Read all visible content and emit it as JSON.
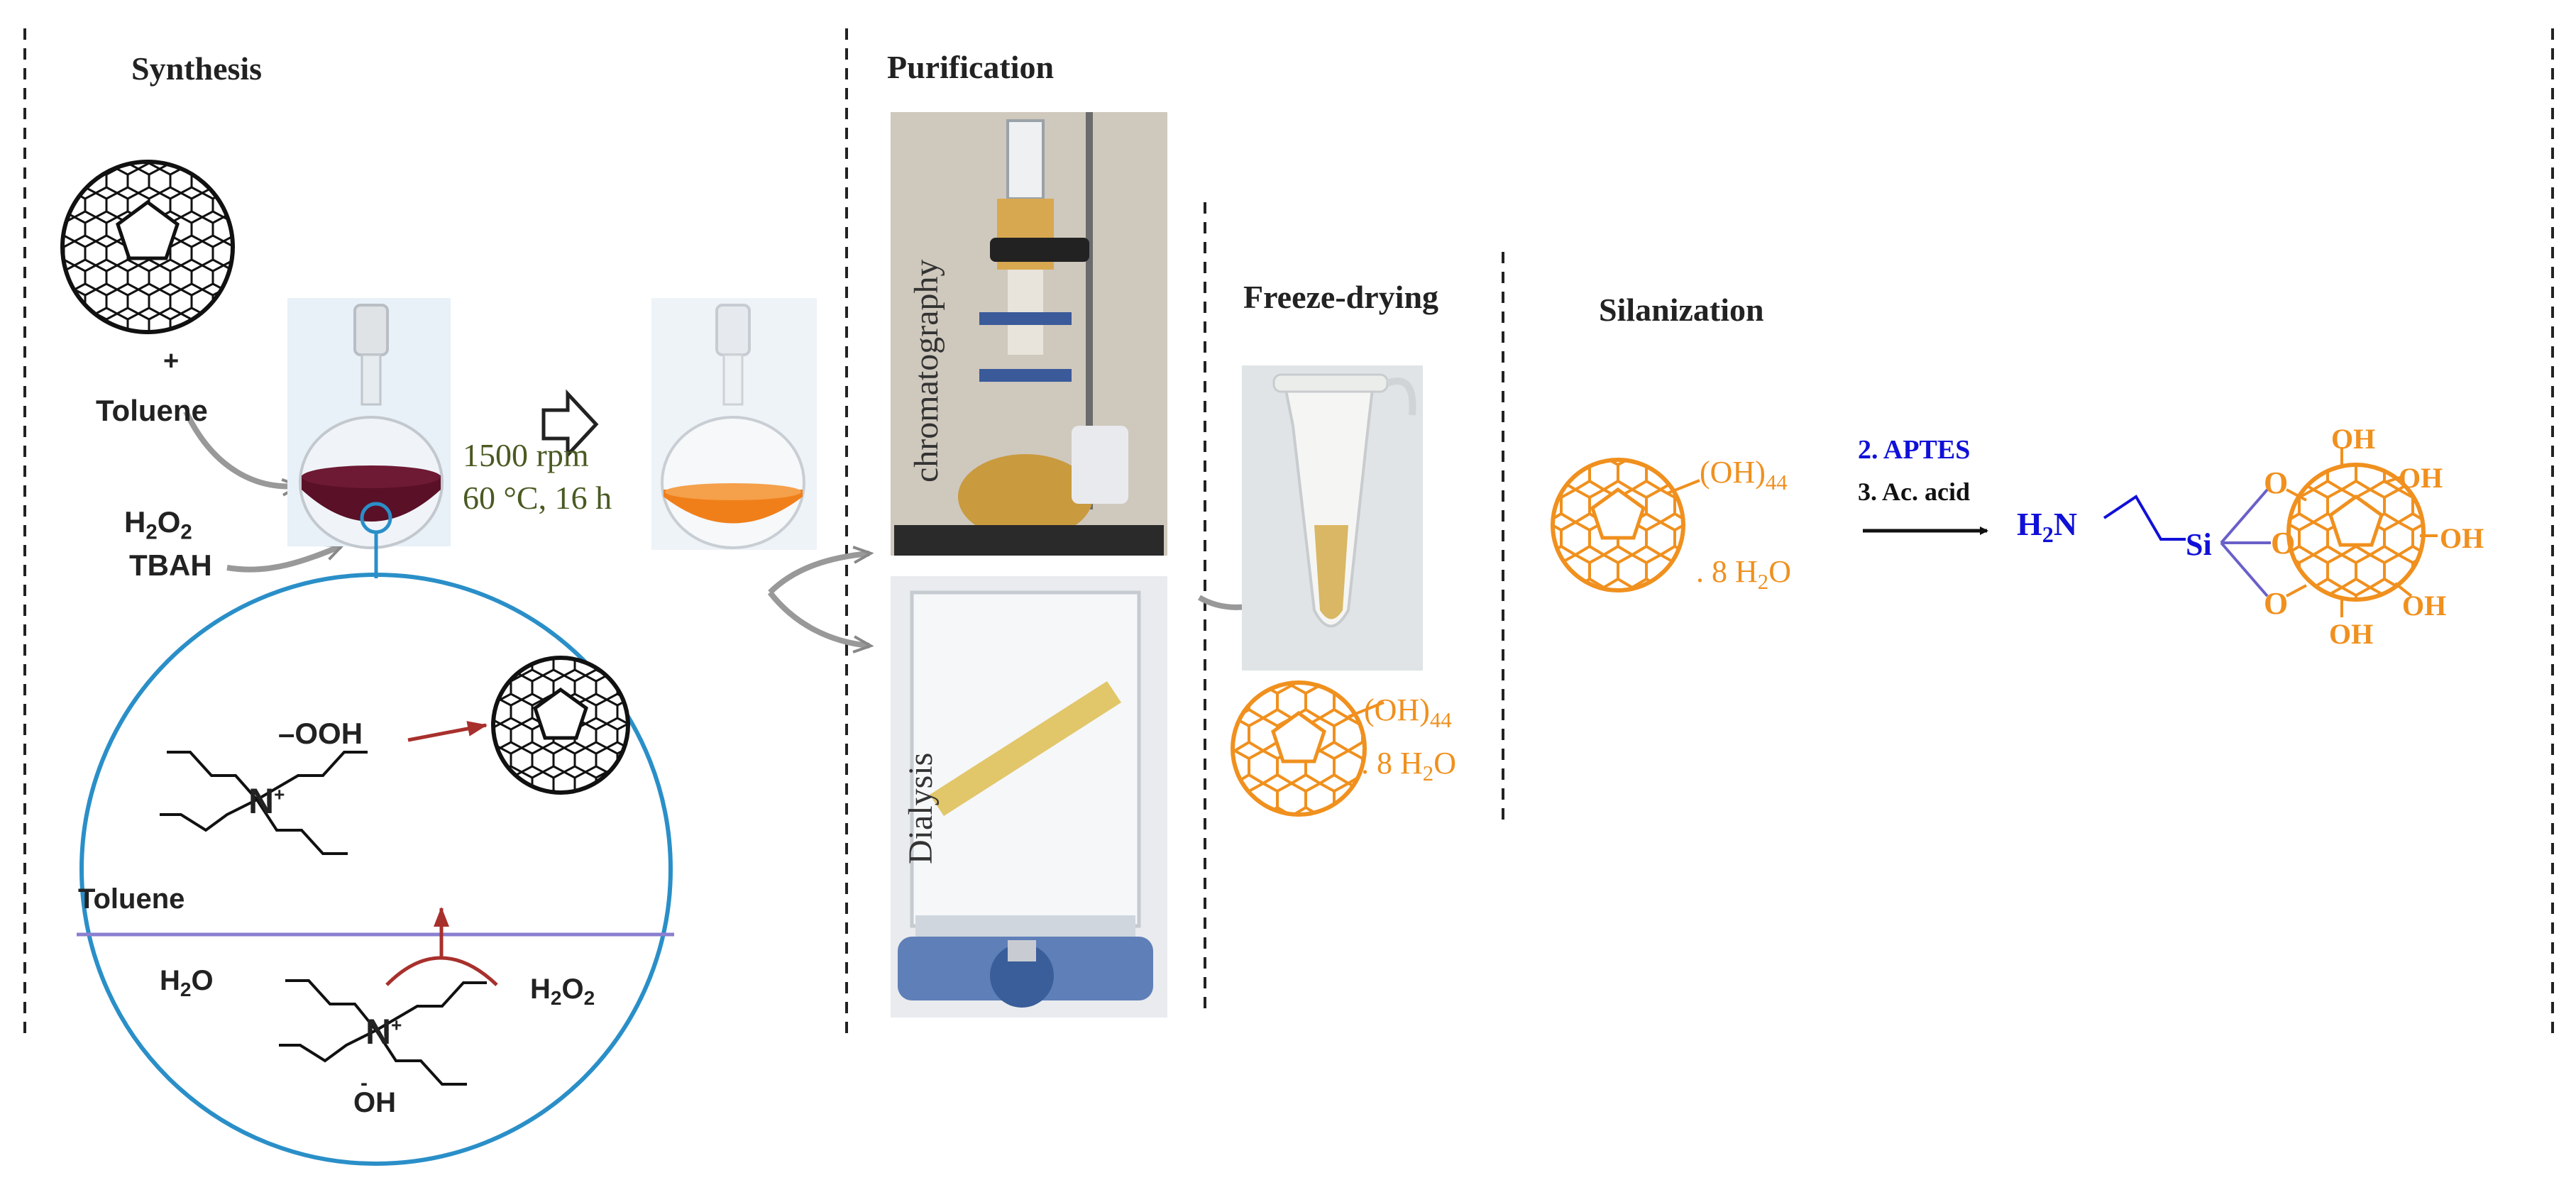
{
  "sections": {
    "synthesis": "Synthesis",
    "purification": "Purification",
    "freeze_drying": "Freeze-drying",
    "silanization": "Silanization"
  },
  "synthesis": {
    "plus": "+",
    "toluene": "Toluene",
    "h2o2_formula": "H",
    "tbah": "TBAH",
    "condition_rpm": "1500 rpm",
    "condition_temp": "60 °C, 16 h"
  },
  "inset": {
    "ooh": "–OOH",
    "toluene": "Toluene",
    "h2o_left": "H",
    "h2o2_right": "H",
    "hydroxide": "OH"
  },
  "purification": {
    "chromatography": "chromatography",
    "dialysis": "Dialysis"
  },
  "fullerenol": {
    "oh": "(OH)",
    "oh_count": "44",
    "hydrate": ". 8 H",
    "hydrate_o": "O"
  },
  "silanization": {
    "step2": "2. APTES",
    "step3": "3. Ac. acid",
    "amine": "H",
    "amine_n": "N",
    "si": "Si",
    "o_label": "O",
    "oh_label": "OH"
  },
  "colors": {
    "accent_orange": "#f0901e",
    "inset_circle": "#2a8fc8",
    "interface_line": "#8a7fd0",
    "red_arrow": "#a8302c",
    "aptes_blue": "#1010d8",
    "condition_green": "#4a5a22"
  }
}
